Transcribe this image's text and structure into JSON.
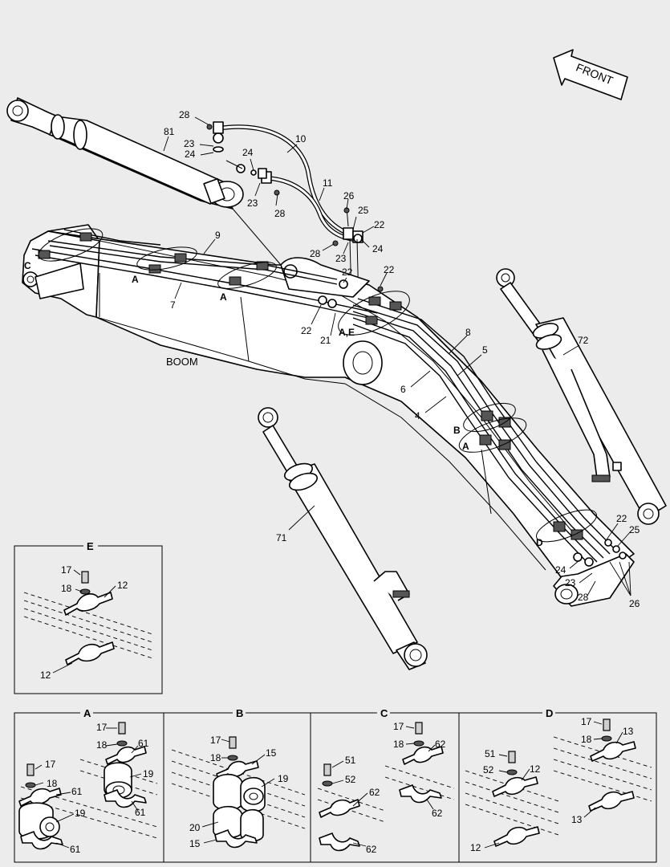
{
  "diagram": {
    "front_label": "FRONT",
    "boom_label": "BOOM",
    "main_callouts": {
      "c28a": "28",
      "c81": "81",
      "c23a": "23",
      "c24a": "24",
      "c24b": "24",
      "c10": "10",
      "c23b": "23",
      "c28b": "28",
      "c11": "11",
      "c26": "26",
      "c25": "25",
      "c22a": "22",
      "c24c": "24",
      "c28c": "28",
      "c23c": "23",
      "c22b": "22",
      "c9": "9",
      "cC": "C",
      "cA1": "A",
      "c7": "7",
      "cA2": "A",
      "c22c": "22",
      "c22d": "22",
      "c21": "21",
      "cAE": "A,E",
      "c8": "8",
      "c5": "5",
      "c72": "72",
      "c6": "6",
      "c4": "4",
      "cB": "B",
      "cA3": "A",
      "c71": "71",
      "c22e": "22",
      "c25b": "25",
      "cD": "D",
      "c24d": "24",
      "c23d": "23",
      "c28d": "28",
      "c26b": "26"
    },
    "detail_e": {
      "title": "E",
      "labels": {
        "l17": "17",
        "l18": "18",
        "l12a": "12",
        "l12b": "12"
      }
    },
    "detail_a": {
      "title": "A",
      "labels": {
        "l17a": "17",
        "l18a": "18",
        "l61a": "61",
        "l19a": "19",
        "l61b": "61",
        "l17b": "17",
        "l18b": "18",
        "l61c": "61",
        "l19b": "19",
        "l61d": "61"
      }
    },
    "detail_b": {
      "title": "B",
      "labels": {
        "l17": "17",
        "l18": "18",
        "l15a": "15",
        "l19": "19",
        "l20": "20",
        "l15b": "15"
      }
    },
    "detail_c": {
      "title": "C",
      "labels": {
        "l17": "17",
        "l18": "18",
        "l62a": "62",
        "l62b": "62",
        "l51": "51",
        "l52": "52",
        "l62c": "62",
        "l62d": "62"
      }
    },
    "detail_d": {
      "title": "D",
      "labels": {
        "l17": "17",
        "l18": "18",
        "l13a": "13",
        "l51": "51",
        "l52": "52",
        "l12a": "12",
        "l13b": "13",
        "l12b": "12"
      }
    }
  }
}
